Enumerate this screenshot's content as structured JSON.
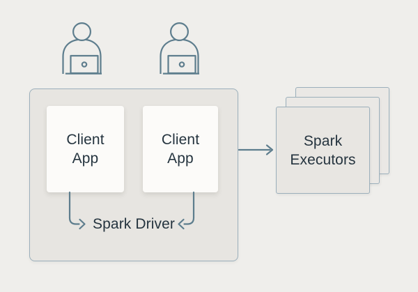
{
  "colors": {
    "page_background": "#efeeeb",
    "group_fill": "#e7e5e1",
    "card_fill": "#fcfbf9",
    "executor_fill": "#e8e6e2",
    "border": "#9bafbb",
    "connector_stroke": "#5d7d8d",
    "text": "#25343f"
  },
  "diagram": {
    "users": [
      {
        "icon": "person-at-laptop-icon"
      },
      {
        "icon": "person-at-laptop-icon"
      }
    ],
    "driver_group": {
      "label": "Spark Driver",
      "clients": [
        {
          "label_line1": "Client",
          "label_line2": "App"
        },
        {
          "label_line1": "Client",
          "label_line2": "App"
        }
      ]
    },
    "executors": {
      "label_line1": "Spark",
      "label_line2": "Executors"
    }
  }
}
